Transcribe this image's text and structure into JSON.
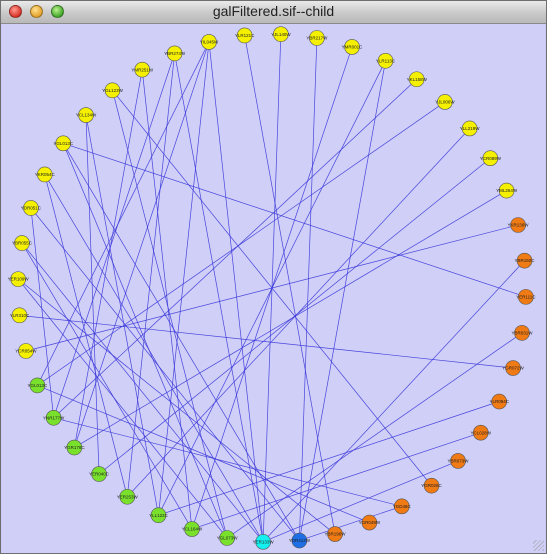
{
  "window": {
    "title": "galFiltered.sif--child"
  },
  "colors": {
    "yellow": "#f4f000",
    "green": "#79e02c",
    "cyan": "#14f0f0",
    "blue": "#1e6fe6",
    "orange": "#f07a14",
    "edge": "#3a36d8"
  },
  "nodes": [
    {
      "id": "YJL140W",
      "color": "yellow"
    },
    {
      "id": "YBR217W",
      "color": "yellow"
    },
    {
      "id": "YMR001C",
      "color": "yellow"
    },
    {
      "id": "YLR113C",
      "color": "yellow"
    },
    {
      "id": "YKL158W",
      "color": "yellow"
    },
    {
      "id": "YJL006W",
      "color": "yellow"
    },
    {
      "id": "YLL219W",
      "color": "yellow"
    },
    {
      "id": "YCR089W",
      "color": "yellow"
    },
    {
      "id": "YML264W",
      "color": "yellow"
    },
    {
      "id": "YKR136W",
      "color": "orange"
    },
    {
      "id": "YBR150C",
      "color": "orange"
    },
    {
      "id": "YER111C",
      "color": "orange"
    },
    {
      "id": "YBR031W",
      "color": "orange"
    },
    {
      "id": "YGR072W",
      "color": "orange"
    },
    {
      "id": "YLR084C",
      "color": "orange"
    },
    {
      "id": "YCL028W",
      "color": "orange"
    },
    {
      "id": "YBR073W",
      "color": "orange"
    },
    {
      "id": "YGR026C",
      "color": "orange"
    },
    {
      "id": "YGD46C",
      "color": "orange"
    },
    {
      "id": "YGR049W",
      "color": "orange"
    },
    {
      "id": "YBR196W",
      "color": "orange"
    },
    {
      "id": "YDR412W",
      "color": "blue"
    },
    {
      "id": "YER133W",
      "color": "cyan"
    },
    {
      "id": "YGL073W",
      "color": "green"
    },
    {
      "id": "YCL164W",
      "color": "green"
    },
    {
      "id": "YLL122C",
      "color": "green"
    },
    {
      "id": "YER253W",
      "color": "green"
    },
    {
      "id": "YER040C",
      "color": "green"
    },
    {
      "id": "YGR178C",
      "color": "green"
    },
    {
      "id": "YNR177W",
      "color": "green"
    },
    {
      "id": "YGL013C",
      "color": "green"
    },
    {
      "id": "YCR054W",
      "color": "yellow"
    },
    {
      "id": "YLR310C",
      "color": "yellow"
    },
    {
      "id": "YER109W",
      "color": "yellow"
    },
    {
      "id": "YBR055C",
      "color": "yellow"
    },
    {
      "id": "YDR051C",
      "color": "yellow"
    },
    {
      "id": "YKR054C",
      "color": "yellow"
    },
    {
      "id": "YGL013C",
      "color": "yellow"
    },
    {
      "id": "YCL134W",
      "color": "yellow"
    },
    {
      "id": "YGL123W",
      "color": "yellow"
    },
    {
      "id": "YMR251W",
      "color": "yellow"
    },
    {
      "id": "YBR274W",
      "color": "yellow"
    },
    {
      "id": "YIL045W",
      "color": "yellow"
    },
    {
      "id": "YLR121C",
      "color": "yellow"
    }
  ],
  "edges": [
    [
      42,
      22
    ],
    [
      42,
      30
    ],
    [
      42,
      28
    ],
    [
      41,
      29
    ],
    [
      41,
      26
    ],
    [
      40,
      24
    ],
    [
      39,
      23
    ],
    [
      39,
      17
    ],
    [
      38,
      25
    ],
    [
      38,
      27
    ],
    [
      37,
      11
    ],
    [
      37,
      23
    ],
    [
      36,
      22
    ],
    [
      36,
      26
    ],
    [
      35,
      21
    ],
    [
      35,
      29
    ],
    [
      34,
      24
    ],
    [
      34,
      22
    ],
    [
      33,
      20
    ],
    [
      33,
      23
    ],
    [
      32,
      13
    ],
    [
      31,
      9
    ],
    [
      43,
      20
    ],
    [
      3,
      25
    ],
    [
      3,
      21
    ],
    [
      4,
      29
    ],
    [
      5,
      30
    ],
    [
      6,
      26
    ],
    [
      7,
      27
    ],
    [
      8,
      28
    ],
    [
      0,
      22
    ],
    [
      1,
      21
    ],
    [
      2,
      24
    ],
    [
      10,
      22
    ],
    [
      12,
      23
    ],
    [
      14,
      25
    ],
    [
      15,
      24
    ],
    [
      16,
      22
    ],
    [
      18,
      21
    ],
    [
      30,
      19
    ],
    [
      29,
      18
    ],
    [
      40,
      28
    ],
    [
      42,
      25
    ],
    [
      41,
      22
    ],
    [
      37,
      21
    ]
  ]
}
